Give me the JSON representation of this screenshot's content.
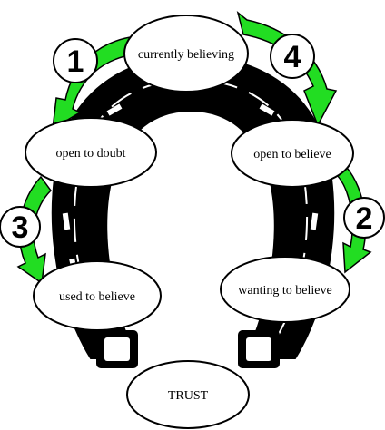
{
  "diagram": {
    "nodes": [
      {
        "id": "currently-believing",
        "label": "currently believing"
      },
      {
        "id": "open-to-believe",
        "label": "open to believe"
      },
      {
        "id": "wanting-to-believe",
        "label": "wanting to believe"
      },
      {
        "id": "used-to-believe",
        "label": "used to believe"
      },
      {
        "id": "open-to-doubt",
        "label": "open to doubt"
      },
      {
        "id": "trust",
        "label": "TRUST"
      }
    ],
    "steps": [
      "1",
      "2",
      "3",
      "4"
    ],
    "arrow_color": "#22dd22",
    "shape_color": "#000000"
  }
}
